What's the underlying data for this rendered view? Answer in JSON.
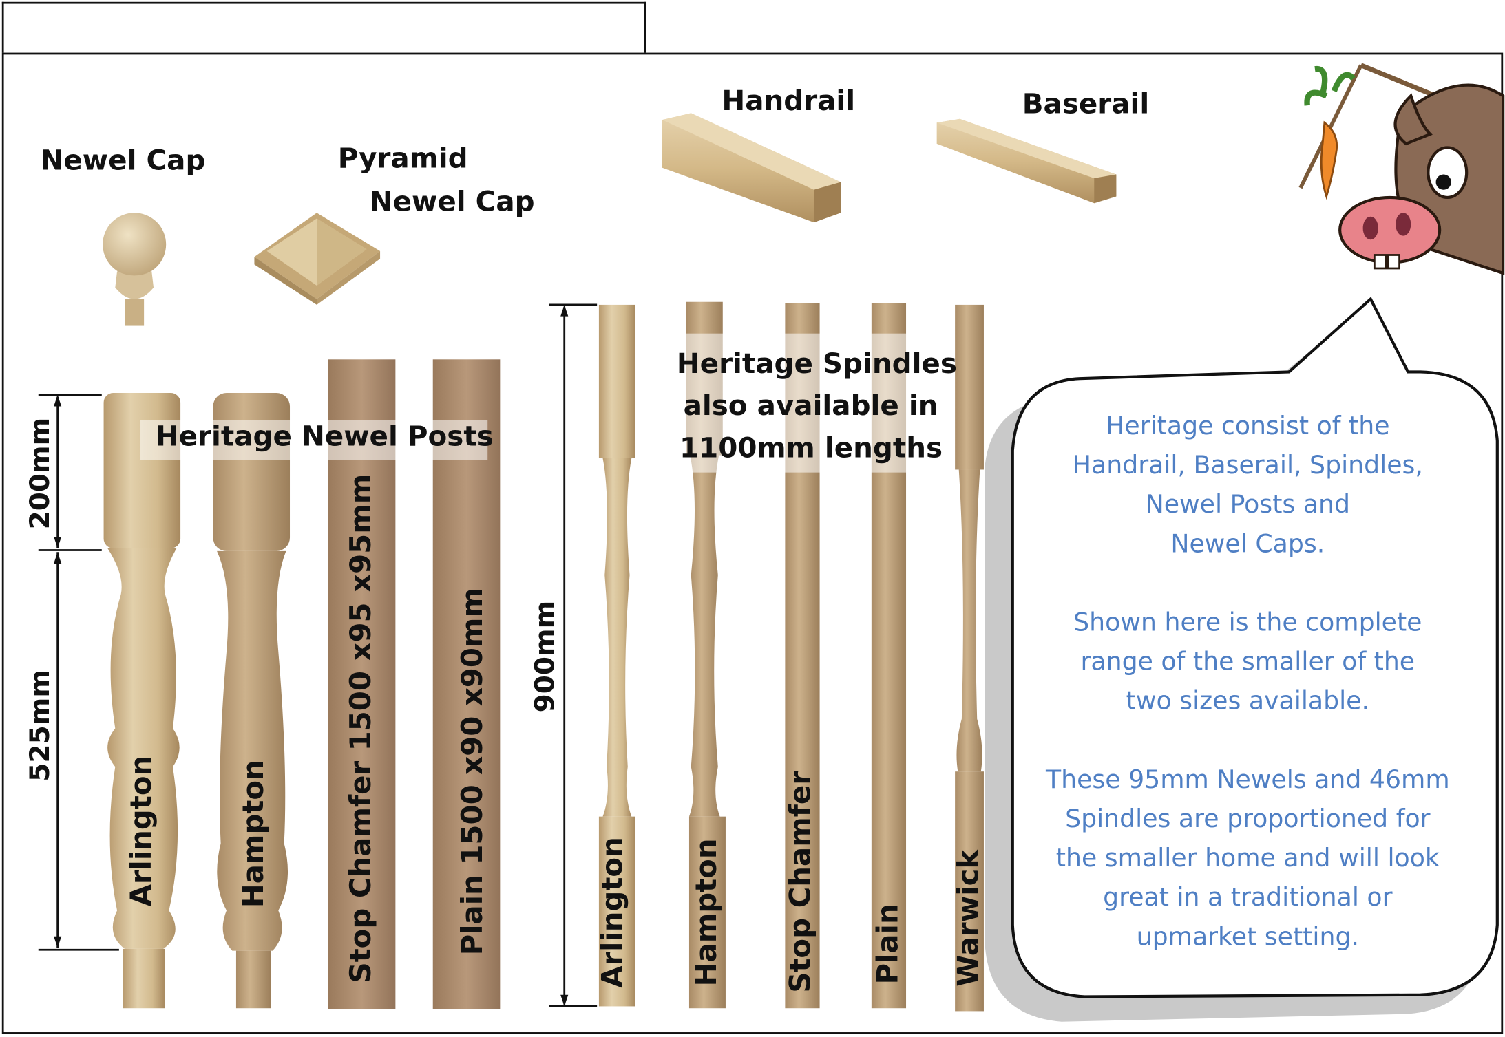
{
  "labels": {
    "newel_cap": "Newel Cap",
    "pyramid_line1": "Pyramid",
    "pyramid_line2": "Newel Cap",
    "handrail": "Handrail",
    "baserail": "Baserail",
    "newel_posts_title": "Heritage Newel Posts",
    "spindles_line1": "Heritage Spindles",
    "spindles_line2": "also available in",
    "spindles_line3": "1100mm lengths"
  },
  "dimensions": {
    "top": "200mm",
    "lower": "525mm",
    "spindle": "900mm"
  },
  "newel_posts": [
    "Arlington",
    "Hampton",
    "Stop Chamfer 1500 x95 x95mm",
    "Plain 1500 x90 x90mm"
  ],
  "spindles": [
    "Arlington",
    "Hampton",
    "Stop Chamfer",
    "Plain",
    "Warwick"
  ],
  "bubble": {
    "para1": "Heritage consist of the\nHandrail, Baserail, Spindles,\nNewel Posts and\nNewel Caps.",
    "para2": "Shown here is the complete\nrange of the smaller of the\ntwo sizes available.",
    "para3": "These 95mm Newels and 46mm\nSpindles are proportioned for\nthe smaller home and will look\ngreat in a traditional or\nupmarket setting."
  },
  "colors": {
    "wood_light": "#d9c6a0",
    "wood_mid": "#c8ae82",
    "wood_dark": "#a88a62",
    "bubble_text": "#4f7fc4"
  }
}
